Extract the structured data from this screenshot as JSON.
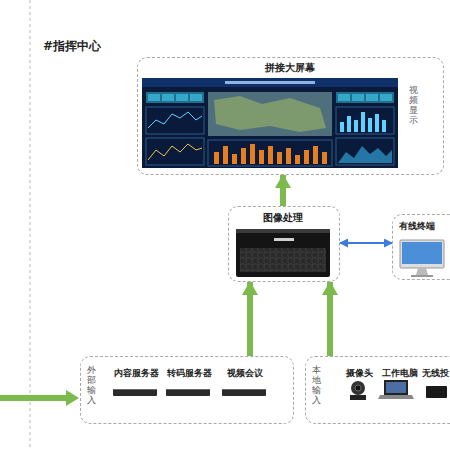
{
  "diagram": {
    "title": "#指挥中心",
    "nodes": [
      {
        "text": [
          "拼接大屏幕",
          "视频显示"
        ]
      },
      {
        "text": [
          "图像处理"
        ]
      },
      {
        "text": [
          "有线终端"
        ]
      },
      {
        "text": [
          "外部输入"
        ]
      },
      {
        "text": [
          "内容服务器"
        ],
        "in": 3
      },
      {
        "text": [
          "转码服务器"
        ],
        "in": 3
      },
      {
        "text": [
          "视频会议"
        ],
        "in": 3
      },
      {
        "text": [
          "本地输入"
        ]
      },
      {
        "text": [
          "摄像头"
        ],
        "in": 7
      },
      {
        "text": [
          "工作电脑"
        ],
        "in": 7
      },
      {
        "text": [
          "无线投"
        ],
        "in": 7
      }
    ],
    "edges": [
      {
        "from": 1,
        "to": 0,
        "arrow": "to"
      },
      {
        "from": 1,
        "to": 2,
        "arrow": "both"
      },
      {
        "from": 3,
        "to": 1,
        "arrow": "to"
      },
      {
        "from": 7,
        "to": 1,
        "arrow": "to"
      }
    ]
  }
}
